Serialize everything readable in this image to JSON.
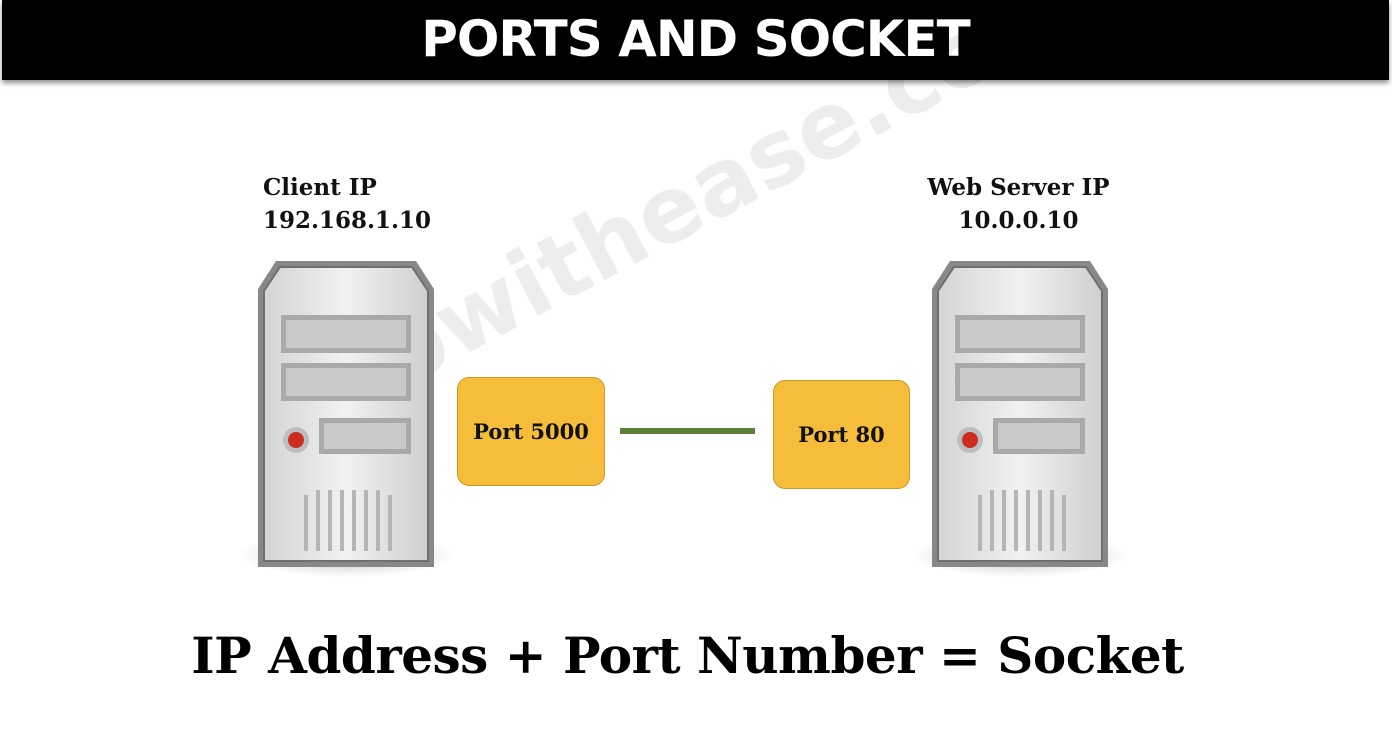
{
  "title": "PORTS AND SOCKET",
  "client": {
    "label_line1": "Client IP",
    "label_line2": "192.168.1.10",
    "port": "Port 5000",
    "icon": "server-tower-icon"
  },
  "server": {
    "label_line1": "Web Server IP",
    "label_line2": "10.0.0.10",
    "port": "Port 80",
    "icon": "server-tower-icon"
  },
  "watermark": "ipwithease.com",
  "formula": "IP Address + Port Number = Socket",
  "colors": {
    "title_bar": "#000000",
    "port_box": "#f5bd3a",
    "connection_line": "#5c7f3a",
    "power_light": "#cc2b1d"
  }
}
